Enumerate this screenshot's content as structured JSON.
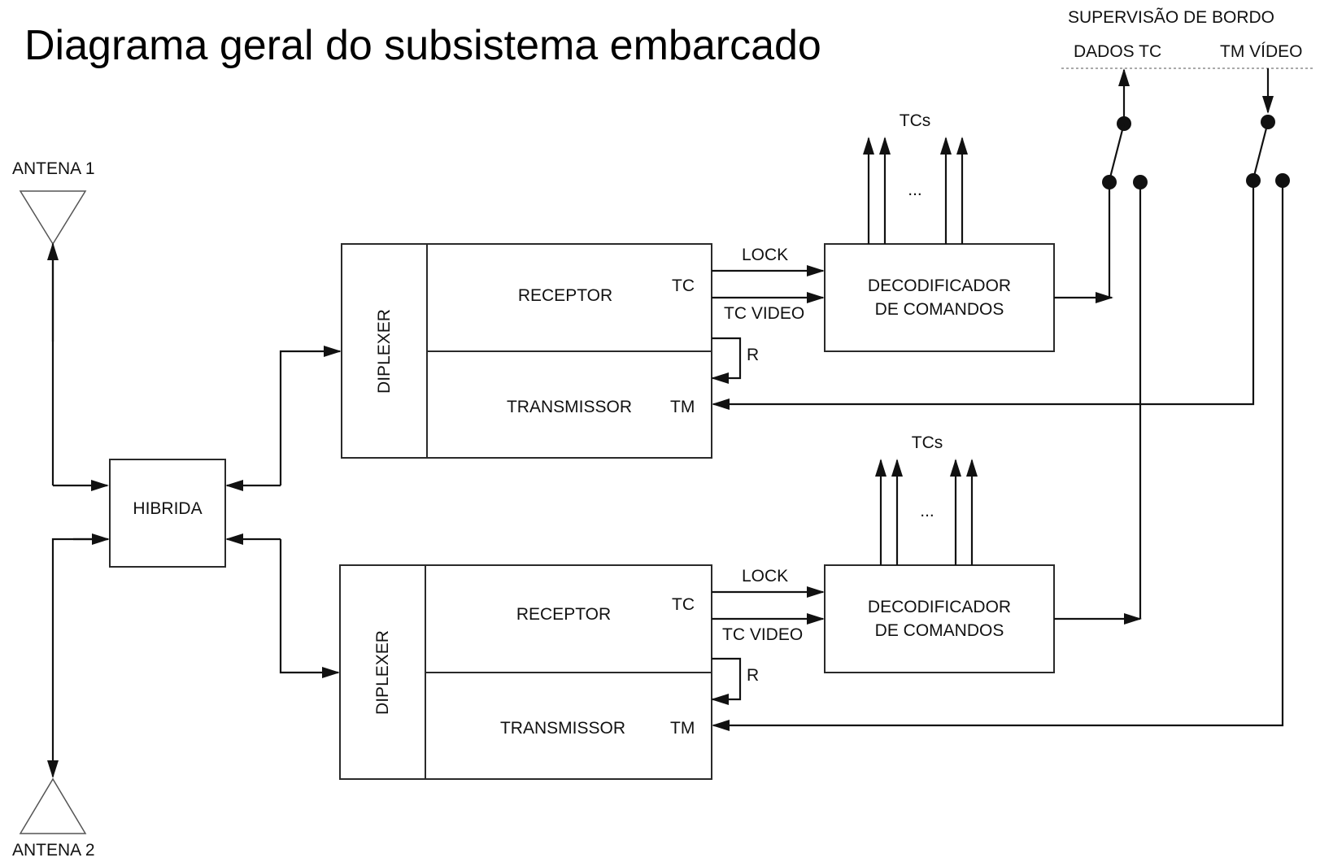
{
  "title": "Diagrama geral do subsistema embarcado",
  "supervision": {
    "heading": "SUPERVISÃO DE BORDO",
    "left": "DADOS TC",
    "right": "TM VÍDEO"
  },
  "antennas": {
    "top": "ANTENA 1",
    "bottom": "ANTENA 2"
  },
  "hybrid": "HIBRIDA",
  "chains": [
    {
      "diplexer": "DIPLEXER",
      "receiver": "RECEPTOR",
      "transmitter": "TRANSMISSOR",
      "tc_port": "TC",
      "tm_port": "TM",
      "lock": "LOCK",
      "tc_video": "TC VIDEO",
      "r": "R",
      "decoder_line1": "DECODIFICADOR",
      "decoder_line2": "DE COMANDOS",
      "tcs": "TCs",
      "ellipsis": "..."
    },
    {
      "diplexer": "DIPLEXER",
      "receiver": "RECEPTOR",
      "transmitter": "TRANSMISSOR",
      "tc_port": "TC",
      "tm_port": "TM",
      "lock": "LOCK",
      "tc_video": "TC VIDEO",
      "r": "R",
      "decoder_line1": "DECODIFICADOR",
      "decoder_line2": "DE COMANDOS",
      "tcs": "TCs",
      "ellipsis": "..."
    }
  ]
}
